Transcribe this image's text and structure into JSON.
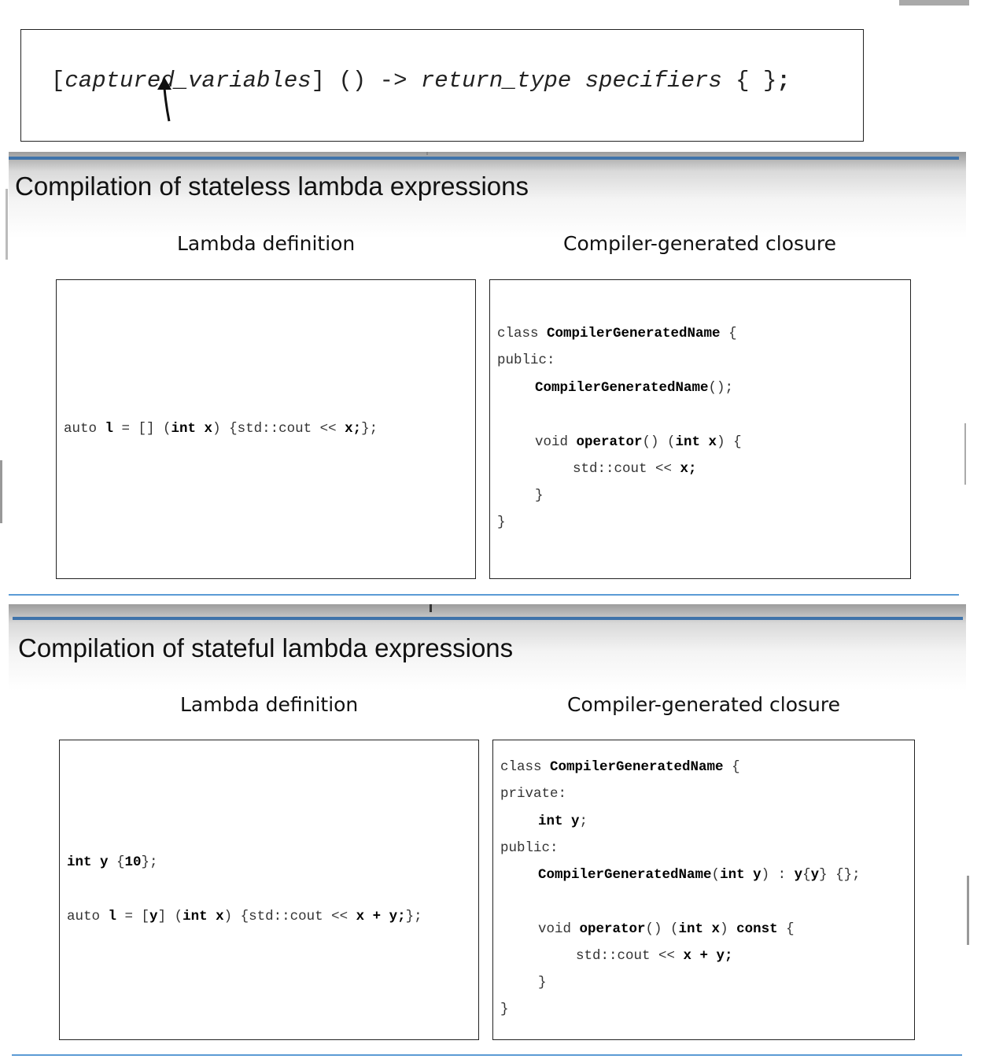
{
  "syntax": {
    "open_bracket": "[",
    "captured_variables": "captured_variables",
    "after_captures": "] () -> ",
    "return_type": "return_type",
    "space": " ",
    "specifiers": "specifiers",
    "body": " { }",
    "semicolon": ";"
  },
  "stateless": {
    "title": "Compilation of stateless lambda expressions",
    "left_label": "Lambda definition",
    "right_label": "Compiler-generated closure",
    "lambda": {
      "t1": "auto ",
      "b1": "l",
      "t2": " = [] (",
      "b2": "int x",
      "t3": ") {std::cout << ",
      "b3": "x;",
      "t4": "};"
    },
    "closure": {
      "l1_t": "class ",
      "l1_b": "CompilerGeneratedName",
      "l1_e": " {",
      "l2": "public:",
      "l3_b": "CompilerGeneratedName",
      "l3_e": "();",
      "l5_t": "void ",
      "l5_b": "operator",
      "l5_m": "() (",
      "l5_b2": "int x",
      "l5_e": ") {",
      "l6_t": "std::cout << ",
      "l6_b": "x;",
      "l7": "}",
      "l8": "}"
    }
  },
  "stateful": {
    "title": "Compilation of stateful lambda expressions",
    "left_label": "Lambda definition",
    "right_label": "Compiler-generated closure",
    "lambda_a": {
      "b1": "int y",
      "t1": " {",
      "b2": "10",
      "t2": "};"
    },
    "lambda_b": {
      "t1": "auto ",
      "b1": "l",
      "t2": " = [",
      "b2": "y",
      "t3": "] (",
      "b3": "int x",
      "t4": ") {std::cout << ",
      "b4": "x + y;",
      "t5": "};"
    },
    "closure": {
      "l1_t": "class ",
      "l1_b": "CompilerGeneratedName",
      "l1_e": " {",
      "l2": "private:",
      "l3_b": "int y",
      "l3_e": ";",
      "l4": "public:",
      "l5_b": "CompilerGeneratedName",
      "l5_t": "(",
      "l5_b2": "int y",
      "l5_t2": ") : ",
      "l5_b3": "y",
      "l5_t3": "{",
      "l5_b4": "y",
      "l5_t4": "} {};",
      "l7_t": "void ",
      "l7_b": "operator",
      "l7_m": "() (",
      "l7_b2": "int x",
      "l7_t2": ") ",
      "l7_b3": "const",
      "l7_e": " {",
      "l8_t": "std::cout << ",
      "l8_b": "x + y;",
      "l9": "}",
      "l10": "}"
    }
  },
  "colors": {
    "header_rule": "#3f73aa",
    "footer_rule": "#5b9bd5",
    "text": "#111111"
  }
}
